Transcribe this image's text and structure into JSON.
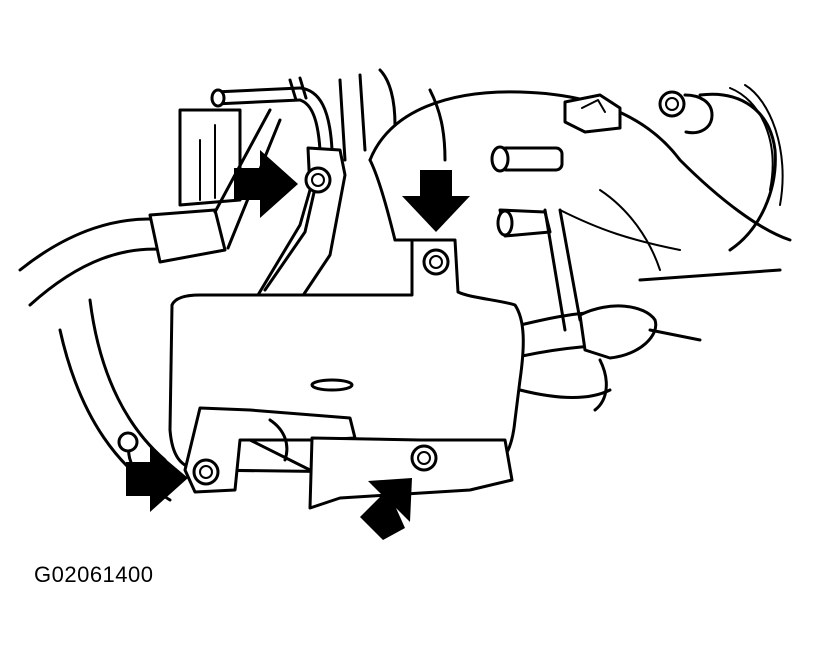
{
  "figure": {
    "code": "G02061400"
  },
  "callouts": [
    {
      "name": "arrow-upper-left-bolt"
    },
    {
      "name": "arrow-upper-right-bolt"
    },
    {
      "name": "arrow-lower-left-bolt"
    },
    {
      "name": "arrow-lower-right-bolt"
    }
  ],
  "colors": {
    "ink": "#000000",
    "paper": "#ffffff"
  }
}
